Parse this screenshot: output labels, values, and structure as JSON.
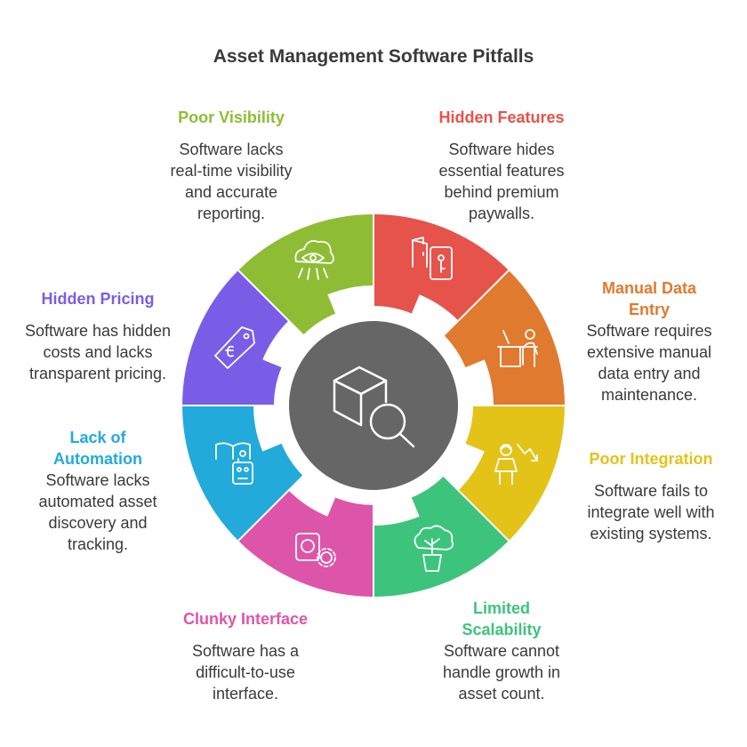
{
  "title": "Asset Management Software Pitfalls",
  "segments": [
    {
      "heading": "Hidden Features",
      "description": "Software hides essential features behind premium paywalls.",
      "color": "#e5534b",
      "icon": "door-key-icon"
    },
    {
      "heading": "Manual Data Entry",
      "description": "Software requires extensive manual data entry and maintenance.",
      "color": "#e07a2e",
      "icon": "person-desk-icon"
    },
    {
      "heading": "Poor Integration",
      "description": "Software fails to integrate well with existing systems.",
      "color": "#e3c318",
      "icon": "person-decline-icon"
    },
    {
      "heading": "Limited Scalability",
      "description": "Software cannot handle growth in asset count.",
      "color": "#3cc47c",
      "icon": "potted-tree-icon"
    },
    {
      "heading": "Clunky Interface",
      "description": "Software has a difficult-to-use interface.",
      "color": "#dd55a9",
      "icon": "plug-gear-icon"
    },
    {
      "heading": "Lack of Automation",
      "description": "Software lacks automated asset discovery and tracking.",
      "color": "#22aadb",
      "icon": "book-robot-icon"
    },
    {
      "heading": "Hidden Pricing",
      "description": "Software has hidden costs and lacks transparent pricing.",
      "color": "#7a5de6",
      "icon": "price-tag-icon"
    },
    {
      "heading": "Poor Visibility",
      "description": "Software lacks real-time visibility and accurate reporting.",
      "color": "#8ebd35",
      "icon": "cloud-eye-icon"
    }
  ],
  "center": {
    "icon": "box-search-icon",
    "color": "#666666"
  }
}
